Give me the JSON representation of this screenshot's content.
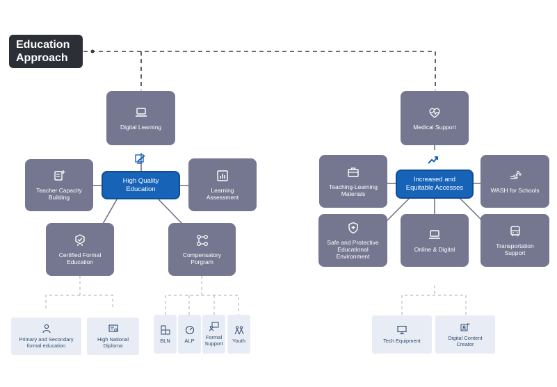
{
  "title": {
    "line1": "Education",
    "line2": "Approach"
  },
  "left": {
    "hub": {
      "line1": "High Quality",
      "line2": "Education"
    },
    "nodes": {
      "digital_learning": "Digital Learning",
      "teacher_capacity": {
        "line1": "Teacher Capacity",
        "line2": "Building"
      },
      "learning_assessment": {
        "line1": "Learning",
        "line2": "Assessment"
      },
      "certified_formal": {
        "line1": "Certified Formal",
        "line2": "Education"
      },
      "compensatory": {
        "line1": "Compensatory",
        "line2": "Porgram"
      }
    },
    "leaves": {
      "primary_secondary": {
        "line1": "Primary and Secondary",
        "line2": "formal education"
      },
      "high_national": {
        "line1": "High National",
        "line2": "Diploma"
      },
      "bln": "BLN",
      "alp": "ALP",
      "formal_support": {
        "line1": "Formal",
        "line2": "Support"
      },
      "youth": "Youth"
    }
  },
  "right": {
    "hub": {
      "line1": "Increased and",
      "line2": "Equitable Accesses"
    },
    "nodes": {
      "medical_support": "Medical Support",
      "teaching_materials": {
        "line1": "Teaching-Learning",
        "line2": "Materials"
      },
      "wash": "WASH for Schools",
      "safe_protective": {
        "line1": "Safe and Protective",
        "line2": "Educational",
        "line3": "Environment"
      },
      "online_digital": "Online & Digital",
      "transportation": {
        "line1": "Transportation",
        "line2": "Support"
      }
    },
    "leaves": {
      "tech_equipment": "Tech Equipment",
      "digital_content": {
        "line1": "Digital Content",
        "line2": "Creator"
      }
    }
  },
  "colors": {
    "card": "#757690",
    "hub": "#1663b8",
    "leaf": "#e8edf5",
    "title_bg": "#2c2f36",
    "connector": "#6a6b80"
  }
}
